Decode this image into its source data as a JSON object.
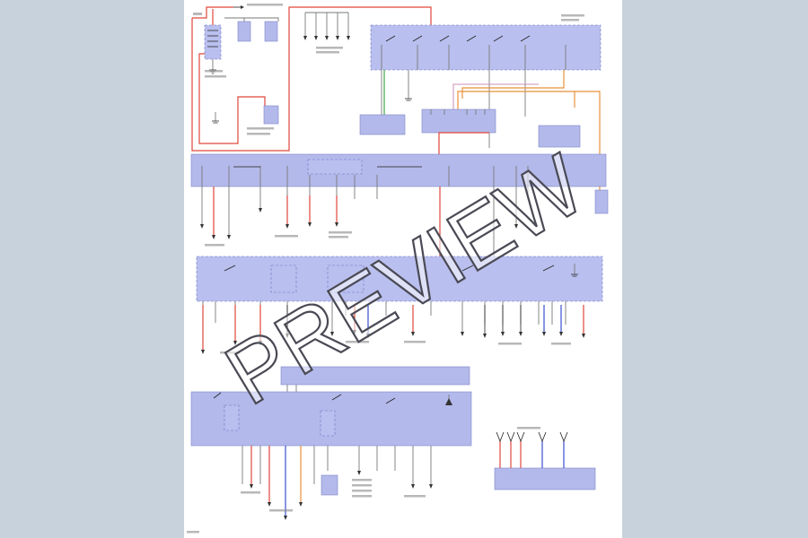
{
  "watermark": "PREVIEW",
  "colors": {
    "background": "#c7d2dc",
    "sheet": "#ffffff",
    "module_fill": "#b3b9ea",
    "wire_red": "#e0473b",
    "wire_blue": "#3a4fd0",
    "wire_orange": "#e8913a",
    "wire_green": "#3ea84a",
    "wire_gray": "#7a7a7a"
  },
  "icons": [
    "ground-symbol",
    "arrow-down-terminal"
  ]
}
